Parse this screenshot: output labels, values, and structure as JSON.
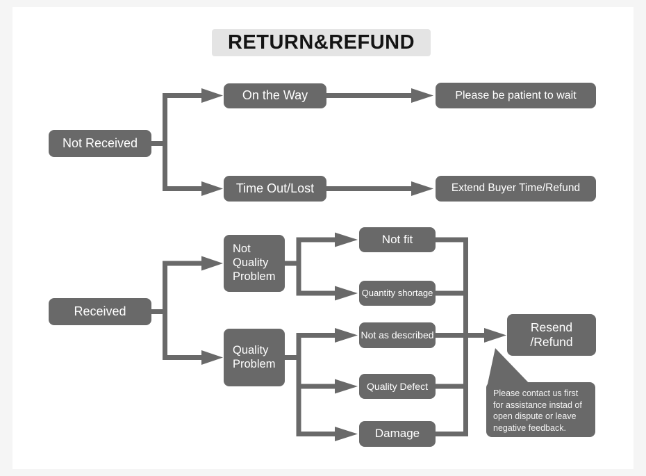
{
  "title": {
    "text": "RETURN&REFUND"
  },
  "colors": {
    "node": "#696969",
    "node_text": "#ffffff",
    "title_bg": "#e4e4e4",
    "title_text": "#141414",
    "canvas": "#ffffff",
    "page_bg": "#f5f5f5"
  },
  "nodes": {
    "not_received": {
      "label": "Not Received"
    },
    "on_the_way": {
      "label": "On the Way"
    },
    "please_be_patient": {
      "label": "Please be patient to wait"
    },
    "time_out_lost": {
      "label": "Time Out/Lost"
    },
    "extend_buyer_refund": {
      "label": "Extend Buyer Time/Refund"
    },
    "received": {
      "label": "Received"
    },
    "not_quality_problem": {
      "label": "Not Quality Problem"
    },
    "quality_problem": {
      "label": "Quality Problem"
    },
    "not_fit": {
      "label": "Not fit"
    },
    "quantity_shortage": {
      "label": "Quantity shortage"
    },
    "not_as_described": {
      "label": "Not as described"
    },
    "quality_defect": {
      "label": "Quality Defect"
    },
    "damage": {
      "label": "Damage"
    },
    "resend_refund": {
      "label": "Resend\n/Refund"
    }
  },
  "note": {
    "text": "Please contact us first for assistance instad of open dispute or leave negative feedback."
  },
  "edges": [
    [
      "Not Received",
      "On the Way"
    ],
    [
      "Not Received",
      "Time Out/Lost"
    ],
    [
      "On the Way",
      "Please be patient to wait"
    ],
    [
      "Time Out/Lost",
      "Extend Buyer Time/Refund"
    ],
    [
      "Received",
      "Not Quality Problem"
    ],
    [
      "Received",
      "Quality Problem"
    ],
    [
      "Not Quality Problem",
      "Not fit"
    ],
    [
      "Not Quality Problem",
      "Quantity shortage"
    ],
    [
      "Quality Problem",
      "Not as described"
    ],
    [
      "Quality Problem",
      "Quality Defect"
    ],
    [
      "Quality Problem",
      "Damage"
    ],
    [
      "Not fit",
      "Resend /Refund"
    ],
    [
      "Quantity shortage",
      "Resend /Refund"
    ],
    [
      "Not as described",
      "Resend /Refund"
    ],
    [
      "Quality Defect",
      "Resend /Refund"
    ],
    [
      "Damage",
      "Resend /Refund"
    ]
  ]
}
